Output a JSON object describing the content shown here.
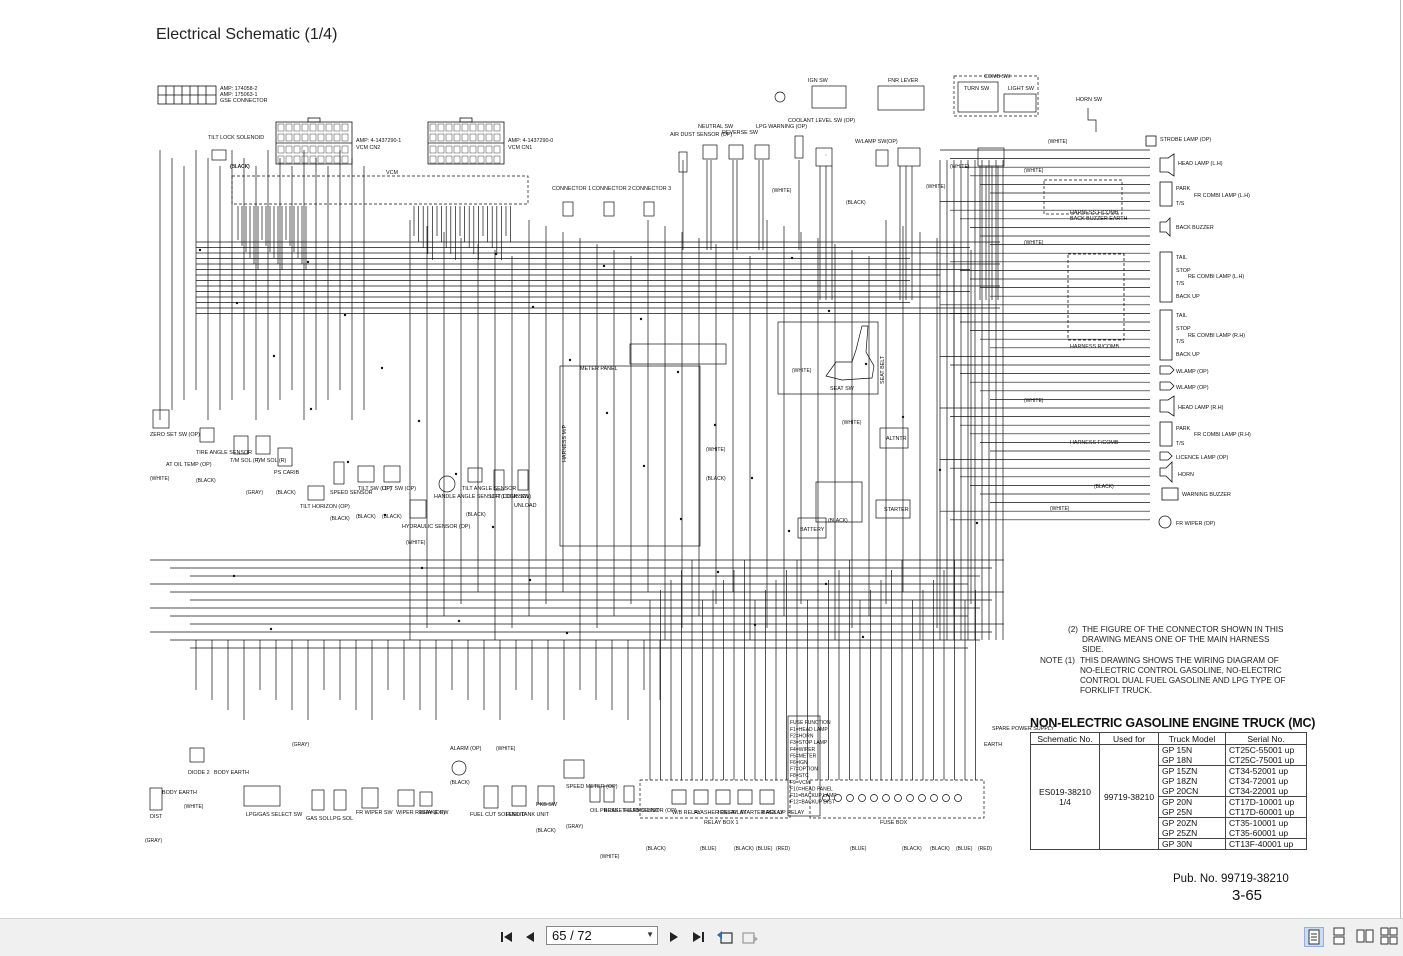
{
  "page": {
    "title": "Electrical Schematic (1/4)",
    "publication": "Pub. No. 99719-38210",
    "page_number": "3-65"
  },
  "notes": [
    {
      "label": "(2)",
      "text": "THE FIGURE OF THE CONNECTOR SHOWN IN THIS DRAWING MEANS ONE OF THE MAIN HARNESS SIDE."
    },
    {
      "label": "NOTE (1)",
      "text": "THIS DRAWING SHOWS THE WIRING DIAGRAM OF NO-ELECTRIC CONTROL GASOLINE, NO-ELECTRIC CONTROL DUAL FUEL GASOLINE AND LPG TYPE OF FORKLIFT TRUCK."
    }
  ],
  "model_table": {
    "title": "NON-ELECTRIC GASOLINE ENGINE TRUCK (MC)",
    "headers": [
      "Schematic No.",
      "Used for",
      "Truck Model",
      "Serial No."
    ],
    "schematic_no": "ES019-38210\n1/4",
    "used_for": "99719-38210",
    "rows": [
      {
        "models": "GP 15N\nGP 18N",
        "serials": "CT25C-55001 up\nCT25C-75001 up"
      },
      {
        "models": "GP 15ZN\nGP 18ZN\nGP 20CN",
        "serials": "CT34-52001 up\nCT34-72001 up\nCT34-22001 up"
      },
      {
        "models": "GP 20N\nGP 25N",
        "serials": "CT17D-10001 up\nCT17D-60001 up"
      },
      {
        "models": "GP 20ZN\nGP 25ZN",
        "serials": "CT35-10001 up\nCT35-60001 up"
      },
      {
        "models": "GP 30N",
        "serials": "CT13F-40001 up"
      }
    ]
  },
  "components": {
    "gse_connector": "GSE CONNECTOR",
    "amp1": "AMP: 174058-2",
    "amp2": "AMP: 175063-1",
    "tilt_lock_solenoid": "TILT LOCK SOLENOID",
    "vcm": "VCM",
    "vcm_cn2": "VCM CN2",
    "vcm_cn1": "VCM CN1",
    "amp_cn2": "AMP: 4-1437290-1",
    "amp_cn1": "AMP: 4-1437290-0",
    "connector1": "CONNECTOR 1",
    "connector2": "CONNECTOR 2",
    "connector3": "CONNECTOR 3",
    "air_dust_sensor": "AIR DUST SENSOR (OP)",
    "neutral_sw": "NEUTRAL SW",
    "reverse_sw": "REVERSE SW",
    "lpg_warning": "LPG WARNING (OP)",
    "coolant_level_sw": "COOLANT LEVEL SW (OP)",
    "ign_sw": "IGN SW",
    "fnr_lever": "FNR LEVER",
    "comb_sw": "COMB SW",
    "turn_sw": "TURN SW",
    "light_sw": "LIGHT SW",
    "horn_sw": "HORN SW",
    "strobe_lamp": "STROBE LAMP (OP)",
    "wlamp_sw": "W/LAMP SW(OP)",
    "head_lamp_lh": "HEAD LAMP (L.H)",
    "park": "PARK",
    "ts": "T/S",
    "fr_combi_lh": "FR COMBI LAMP (L.H)",
    "harness_fcomb": "HARNESS F/COMB",
    "back_buzzer_earth": "BACK BUZZER EARTH",
    "back_buzzer": "BACK BUZZER",
    "tail": "TAIL",
    "stop": "STOP",
    "back_up": "BACK UP",
    "re_combi_lh": "RE COMBI LAMP (L.H)",
    "re_combi_rh": "RE COMBI LAMP (R.H)",
    "harness_rcomb": "HARNESS R/COMB",
    "wlamp_op": "WLAMP (OP)",
    "head_lamp_rh": "HEAD LAMP (R.H)",
    "fr_combi_rh": "FR COMBI LAMP (R.H)",
    "licence_lamp": "LICENCE LAMP (OP)",
    "horn": "HORN",
    "warning_buzzer": "WARNING BUZZER",
    "fr_wiper": "FR WIPER (OP)",
    "seat_belt": "SEAT BELT",
    "seat_sw": "SEAT SW",
    "meter_panel": "METER PANEL",
    "harness_mp": "HARNESS M/P",
    "altntr": "ALTNTR",
    "starter": "STARTER",
    "battery": "BATTERY",
    "zero_set_sw": "ZERO SET SW (OP)",
    "at_oil_temp": "AT OIL TEMP (OP)",
    "tire_angle_sensor": "TIRE ANGLE SENSOR",
    "tm_sol_f": "T/M SOL (F)",
    "tm_sol_r": "T/M SOL (R)",
    "ps_carib": "PS CARIB",
    "tilt_horizon": "TILT HORIZON (OP)",
    "speed_sensor": "SPEED SENSOR",
    "tilt_sw": "TILT SW (OP)",
    "lift_sw": "LIFT SW (OP)",
    "hydraulic_sensor": "HYDRAULIC SENSOR (OP)",
    "handle_angle_sensor": "HANDLE ANGLE SENSOR (COMB SW)",
    "tilt_angle_sensor": "TILT ANGLE SENSOR",
    "lift_lock_sol": "LIFT LOCK SOL",
    "unload": "UNLOAD",
    "white": "(WHITE)",
    "black": "(BLACK)",
    "gray": "(GRAY)",
    "blue": "(BLUE)",
    "red": "(RED)",
    "dist": "DIST",
    "body_earth": "BODY EARTH",
    "diode2": "DIODE 2",
    "lpg_gas_select_sw": "LPG/GAS SELECT SW",
    "gas_sol": "GAS SOL",
    "lpg_sol": "LPG SOL",
    "fr_wiper_sw": "FR WIPER SW",
    "wiper_relay": "WIPER RELAY (OP)",
    "brake_sw": "BRAKE SW",
    "alarm": "ALARM (OP)",
    "fuel_cut_solenoid": "FUEL CUT SOLENOID",
    "fuel_tank_unit": "FUEL TANK UNIT",
    "pkb_sw": "PKB SW",
    "speed_meter": "SPEED METER (OP)",
    "oil_press": "OIL PRESS",
    "brake_fluid_sensor": "BRAKE FLUID SENSOR (OP)",
    "thermo_unit": "THERMO UNIT",
    "relay_box1": "RELAY BOX 1",
    "wb_relay": "W/B RELAY",
    "flasher_relay": "FLASHER RELAY",
    "ign_relay": "IGN RELAY",
    "starter_relay": "STARTER RELAY",
    "backup_relay": "BACK UP RELAY",
    "fuse_box": "FUSE BOX",
    "spare_power_supply": "SPARE POWER SUPPLY",
    "earth": "EARTH",
    "fuse_function_title": "FUSE FUNCTION",
    "fuse_functions": [
      "F1=HEAD LAMP",
      "F2=HORN",
      "F3=STOP LAMP",
      "F4=WIPER",
      "F5=METER",
      "F6=IGN",
      "F7=OPTION",
      "F8=STC",
      "F9=VCM",
      "F10=HEAD PANEL",
      "F11=BACKUP LAMP",
      "F12=BACKUP DIST"
    ]
  },
  "viewer": {
    "page_field": "65 / 72"
  }
}
